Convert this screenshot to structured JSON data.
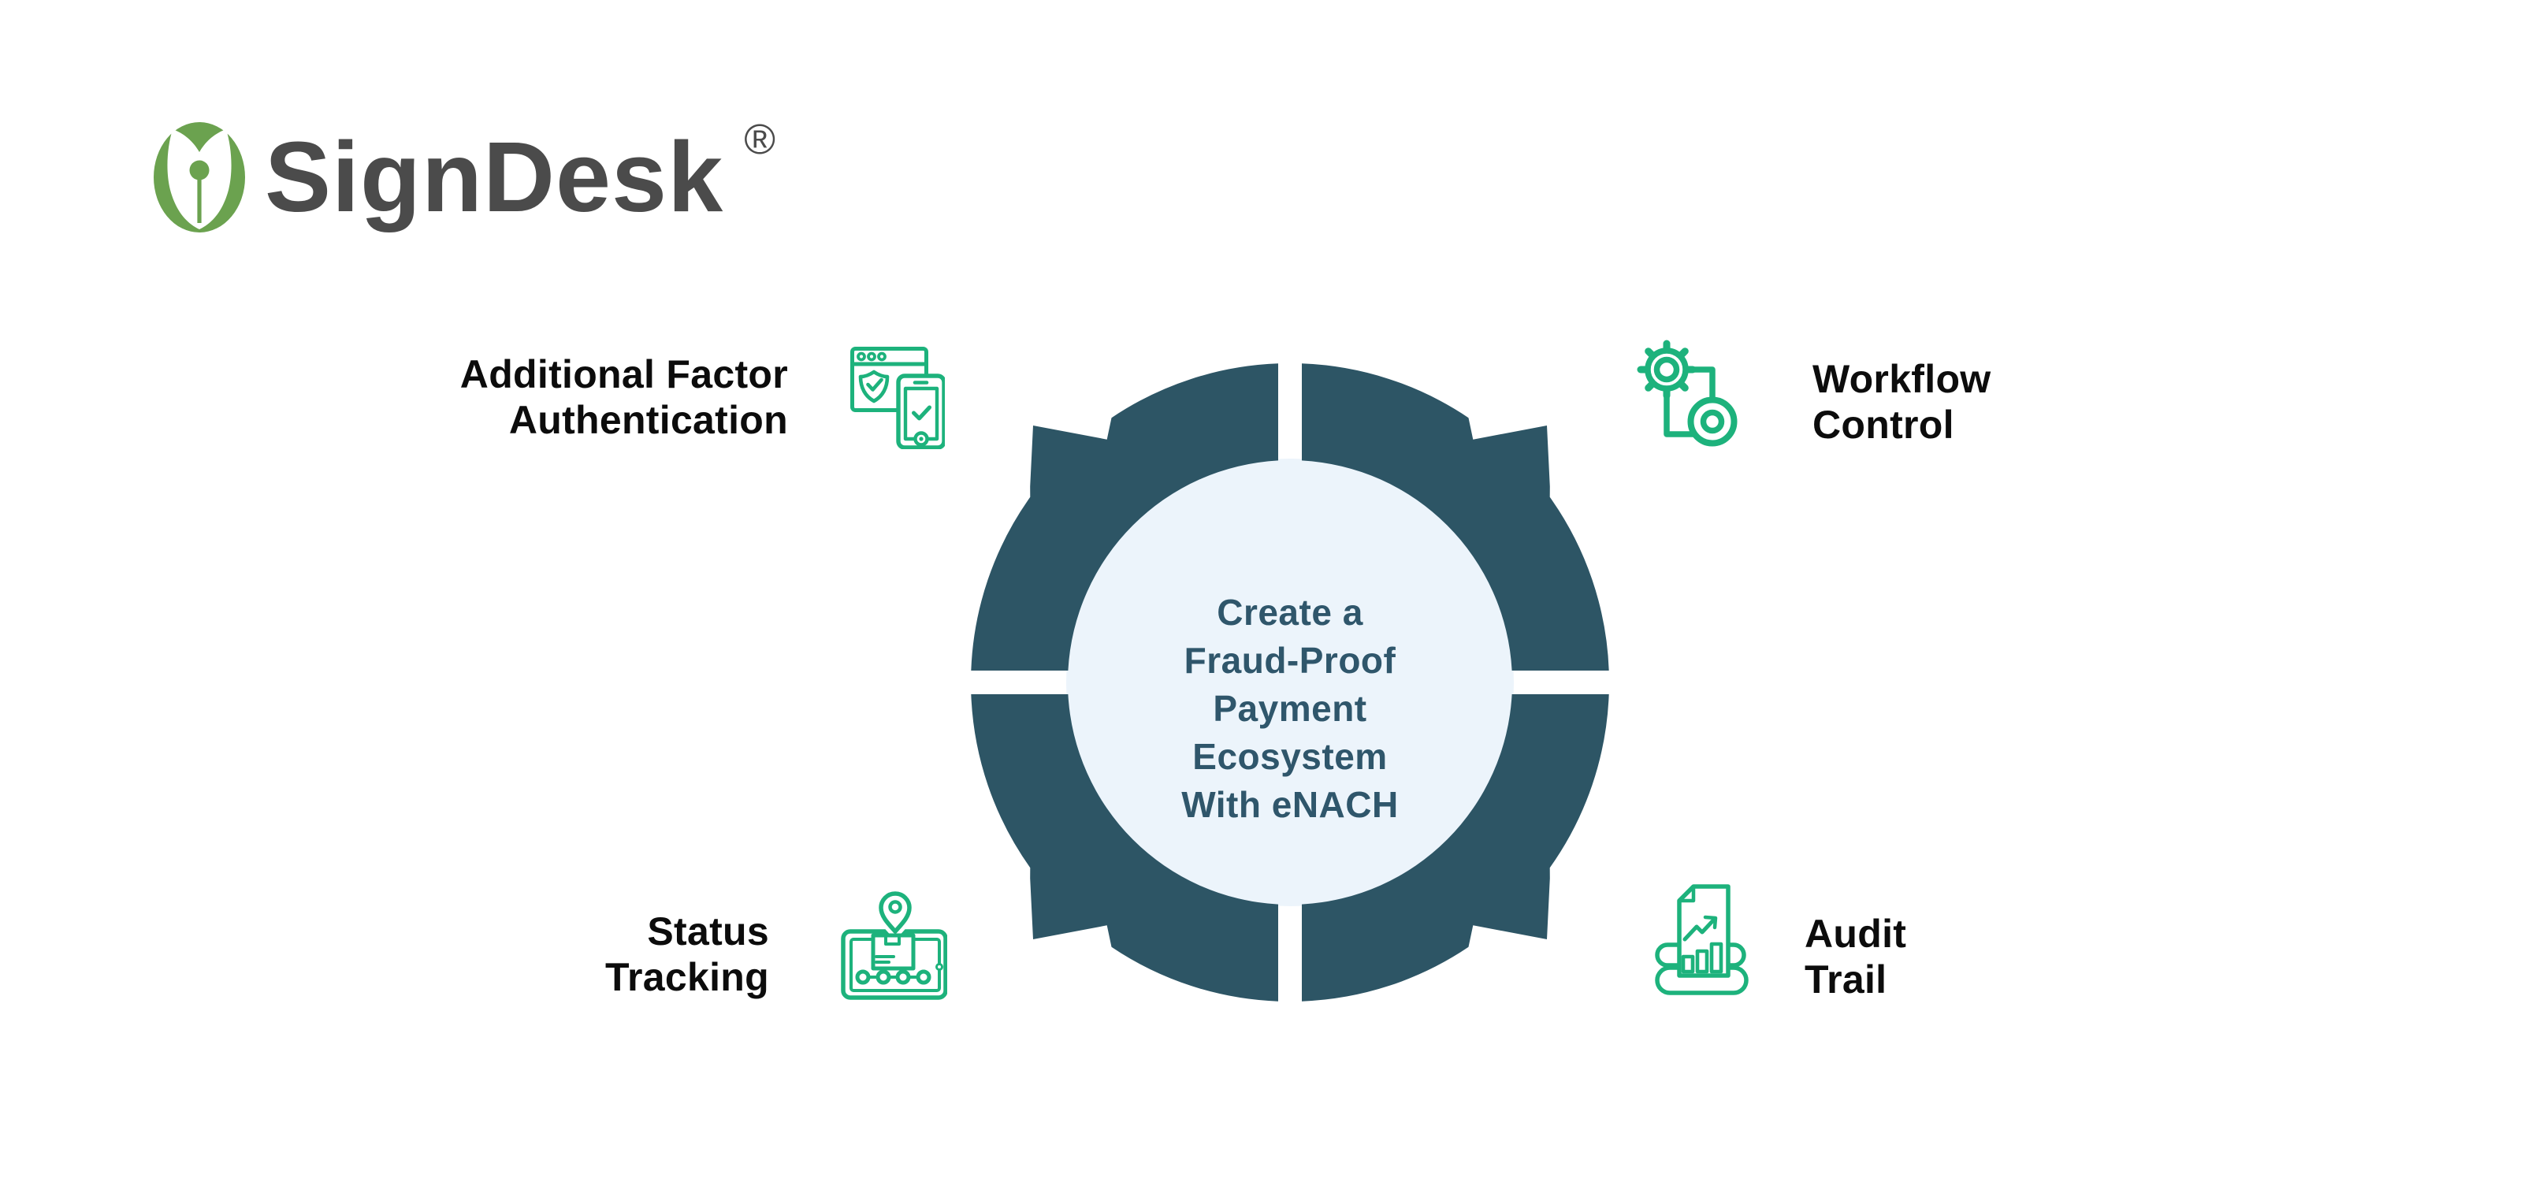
{
  "logo": {
    "brand": "SignDesk",
    "registered_mark": "®",
    "mark_icon": "pen-nib-badge-icon",
    "mark_color": "#6ba24f",
    "text_color": "#4b4b4b"
  },
  "diagram": {
    "type": "circular-cycle",
    "segments": 4,
    "ring_color": "#2d5565",
    "disc_color": "#ecf4fb",
    "center_text_color": "#2f566b",
    "center_lines": [
      "Create a",
      "Fraud-Proof",
      "Payment",
      "Ecosystem",
      "With eNACH"
    ]
  },
  "features": [
    {
      "position": "top-left",
      "icon": "browser-shield-phone-icon",
      "label_lines": [
        "Additional Factor",
        "Authentication"
      ]
    },
    {
      "position": "top-right",
      "icon": "gear-workflow-icon",
      "label_lines": [
        "Workflow",
        "Control"
      ]
    },
    {
      "position": "bottom-left",
      "icon": "package-tracking-icon",
      "label_lines": [
        "Status",
        "Tracking"
      ]
    },
    {
      "position": "bottom-right",
      "icon": "audit-report-icon",
      "label_lines": [
        "Audit",
        "Trail"
      ]
    }
  ],
  "colors": {
    "icon_green": "#1db27c",
    "label_text": "#0c0c0c",
    "background": "#ffffff"
  }
}
